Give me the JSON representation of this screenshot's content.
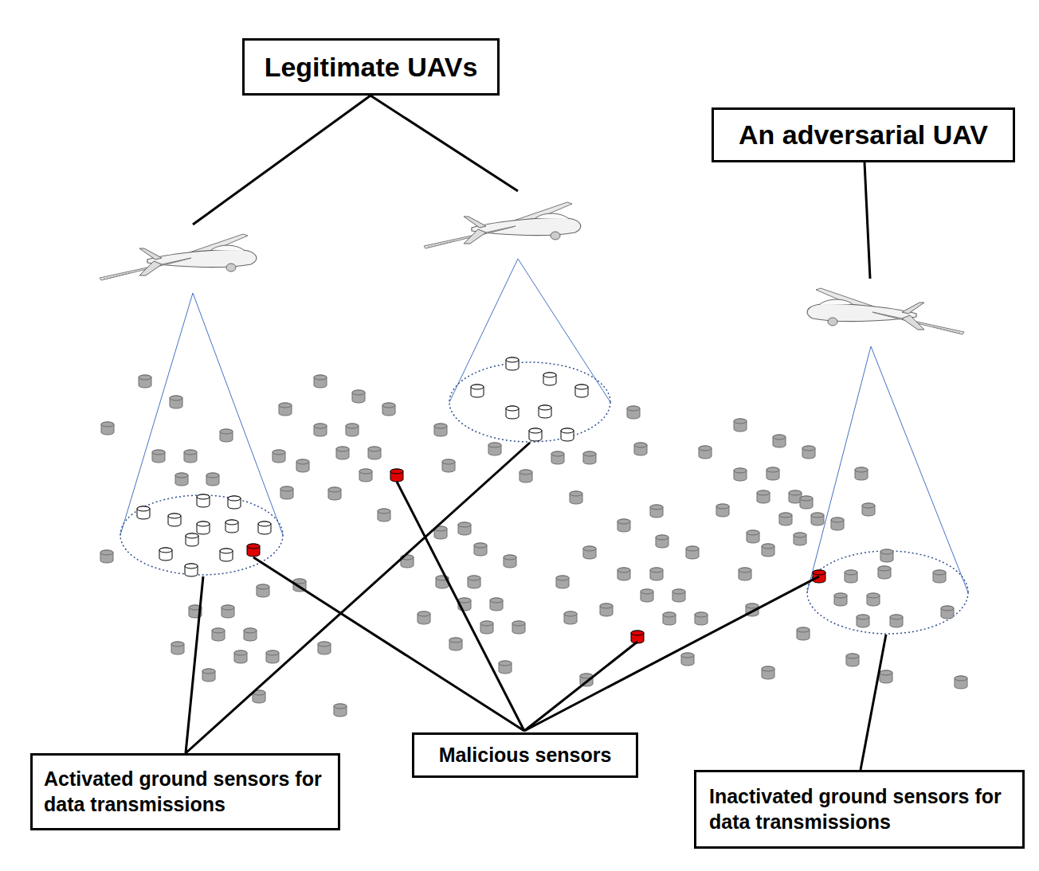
{
  "diagram": {
    "nodes": [
      {
        "text": [
          "Legitimate UAVs"
        ]
      },
      {
        "text": [
          "An adversarial UAV"
        ]
      },
      {
        "text": [
          "Activated ground sensors for data transmissions"
        ]
      },
      {
        "text": [
          "Malicious sensors"
        ]
      },
      {
        "text": [
          "Inactivated ground sensors for data transmissions"
        ]
      }
    ]
  }
}
